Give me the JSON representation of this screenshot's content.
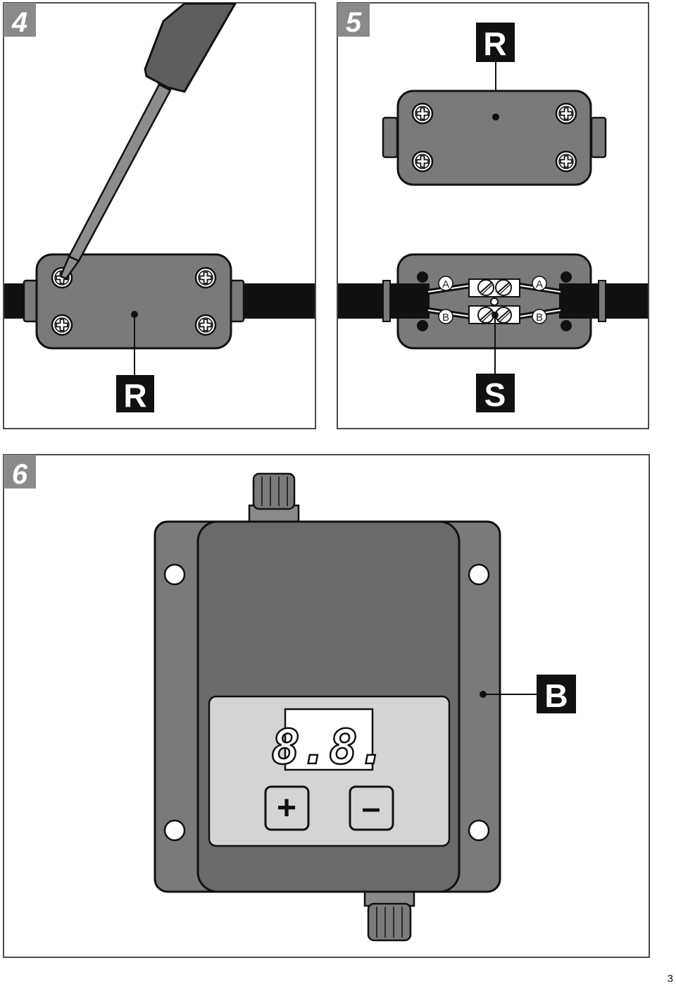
{
  "figures": {
    "fig4": {
      "number": "4",
      "callout": "R"
    },
    "fig5": {
      "number": "5",
      "callout_top": "R",
      "callout_bottom": "S",
      "terminal_a": "A",
      "terminal_b": "B"
    },
    "fig6": {
      "number": "6",
      "callout": "B",
      "display": "8.8.",
      "plus_label": "+",
      "minus_label": "–"
    }
  },
  "page_number": "3",
  "colors": {
    "housing": "#7a7a7a",
    "housing_dark": "#5e5e5e",
    "panel": "#d4d4d4",
    "cable": "#111111",
    "label_bg": "#8a8a8a"
  },
  "icons": [
    "screwdriver-icon",
    "screw-icon",
    "terminal-block-icon",
    "cable-gland-icon",
    "lcd-display-icon"
  ]
}
